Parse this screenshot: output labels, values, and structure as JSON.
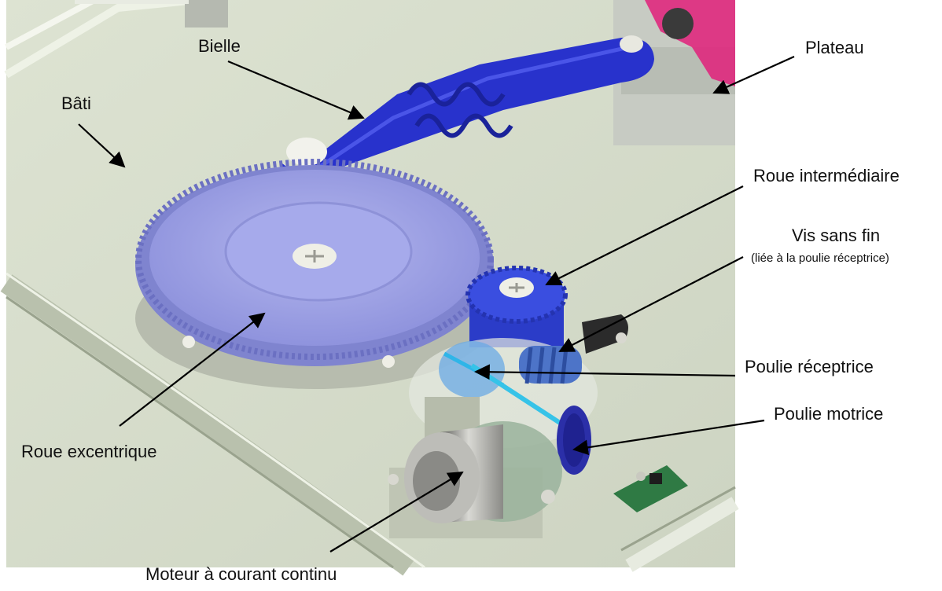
{
  "figure": {
    "colors": {
      "frame_background": "#d6dccb",
      "link_rod": "#2832cc",
      "eccentric_wheel": "#9ea2e6",
      "intermediate_wheel": "#3a4ee0",
      "motor_body": "#a9a9a4",
      "pink_part": "#e0207a",
      "pcb": "#2f7a44"
    },
    "labels": {
      "bielle": "Bielle",
      "plateau": "Plateau",
      "bati": "Bâti",
      "roue_intermediaire": "Roue intermédiaire",
      "vis_sans_fin": "Vis sans fin",
      "vis_sans_fin_note": "(liée à la poulie réceptrice)",
      "poulie_receptrice": "Poulie réceptrice",
      "poulie_motrice": "Poulie motrice",
      "roue_excentrique": "Roue excentrique",
      "moteur": "Moteur à courant continu"
    }
  }
}
